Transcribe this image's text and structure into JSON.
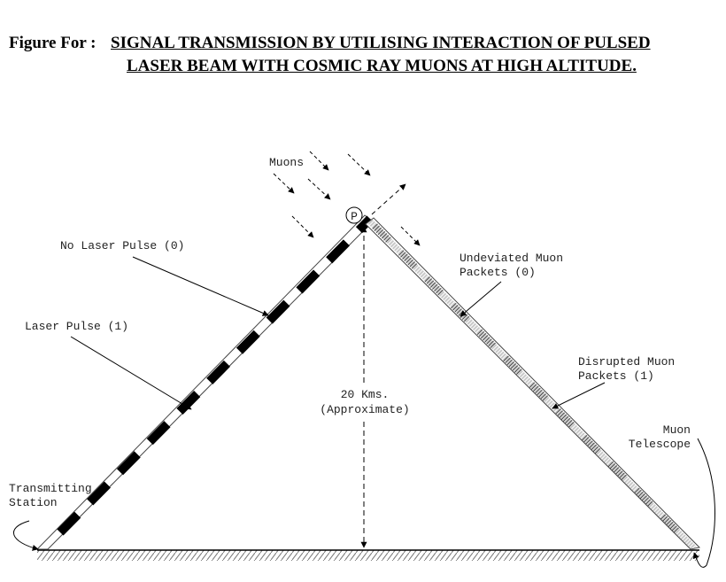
{
  "title": {
    "prefix": "Figure For :",
    "line1": "SIGNAL TRANSMISSION BY UTILISING INTERACTION OF PULSED",
    "line2": "LASER BEAM WITH COSMIC RAY MUONS AT HIGH ALTITUDE."
  },
  "labels": {
    "muons": "Muons",
    "point": "P",
    "no_laser_pulse": "No Laser Pulse (0)",
    "laser_pulse": "Laser Pulse (1)",
    "undeviated_1": "Undeviated Muon",
    "undeviated_2": "Packets (0)",
    "disrupted_1": "Disrupted Muon",
    "disrupted_2": "Packets (1)",
    "altitude_1": "20 Kms.",
    "altitude_2": "(Approximate)",
    "transmitting_1": "Transmitting",
    "transmitting_2": "Station",
    "telescope_1": "Muon",
    "telescope_2": "Telescope"
  }
}
